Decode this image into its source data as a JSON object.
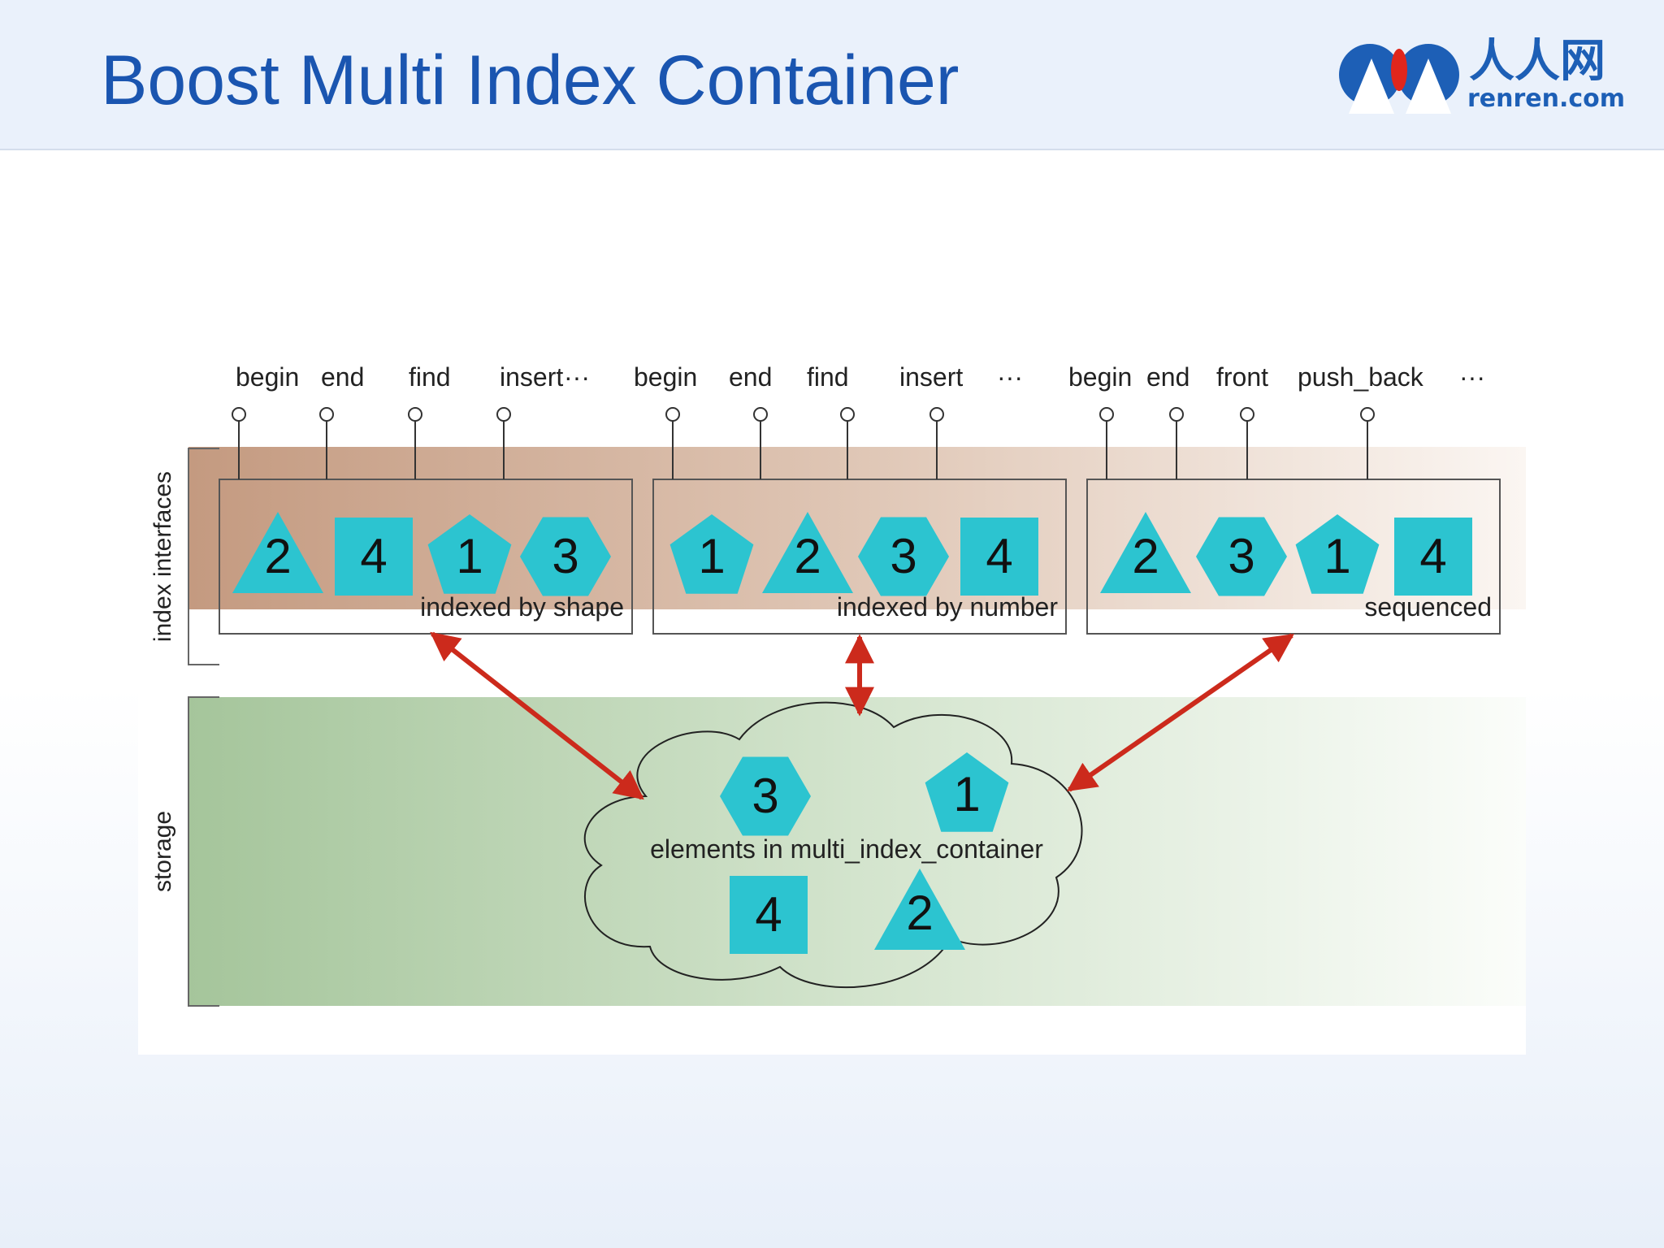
{
  "header": {
    "title": "Boost Multi Index Container"
  },
  "logo": {
    "cn": "人人网",
    "en": "renren.com"
  },
  "colors": {
    "title": "#1a55b0",
    "shape_fill": "#2cc4d0",
    "arrow": "#cc2a1c",
    "interface_band": "#c9a189",
    "storage_band": "#a7c79d"
  },
  "sections": {
    "interfaces": "index interfaces",
    "storage": "storage"
  },
  "indices": [
    {
      "label": "indexed by shape",
      "methods": [
        "begin",
        "end",
        "find",
        "insert",
        "···"
      ],
      "elements": [
        {
          "shape": "triangle",
          "number": "2"
        },
        {
          "shape": "square",
          "number": "4"
        },
        {
          "shape": "pentagon",
          "number": "1"
        },
        {
          "shape": "hexagon",
          "number": "3"
        }
      ]
    },
    {
      "label": "indexed by number",
      "methods": [
        "begin",
        "end",
        "find",
        "insert",
        "···"
      ],
      "elements": [
        {
          "shape": "pentagon",
          "number": "1"
        },
        {
          "shape": "triangle",
          "number": "2"
        },
        {
          "shape": "hexagon",
          "number": "3"
        },
        {
          "shape": "square",
          "number": "4"
        }
      ]
    },
    {
      "label": "sequenced",
      "methods": [
        "begin",
        "end",
        "front",
        "push_back",
        "···"
      ],
      "elements": [
        {
          "shape": "triangle",
          "number": "2"
        },
        {
          "shape": "hexagon",
          "number": "3"
        },
        {
          "shape": "pentagon",
          "number": "1"
        },
        {
          "shape": "square",
          "number": "4"
        }
      ]
    }
  ],
  "storage": {
    "label": "elements in multi_index_container",
    "elements": [
      {
        "shape": "hexagon",
        "number": "3"
      },
      {
        "shape": "pentagon",
        "number": "1"
      },
      {
        "shape": "square",
        "number": "4"
      },
      {
        "shape": "triangle",
        "number": "2"
      }
    ]
  }
}
